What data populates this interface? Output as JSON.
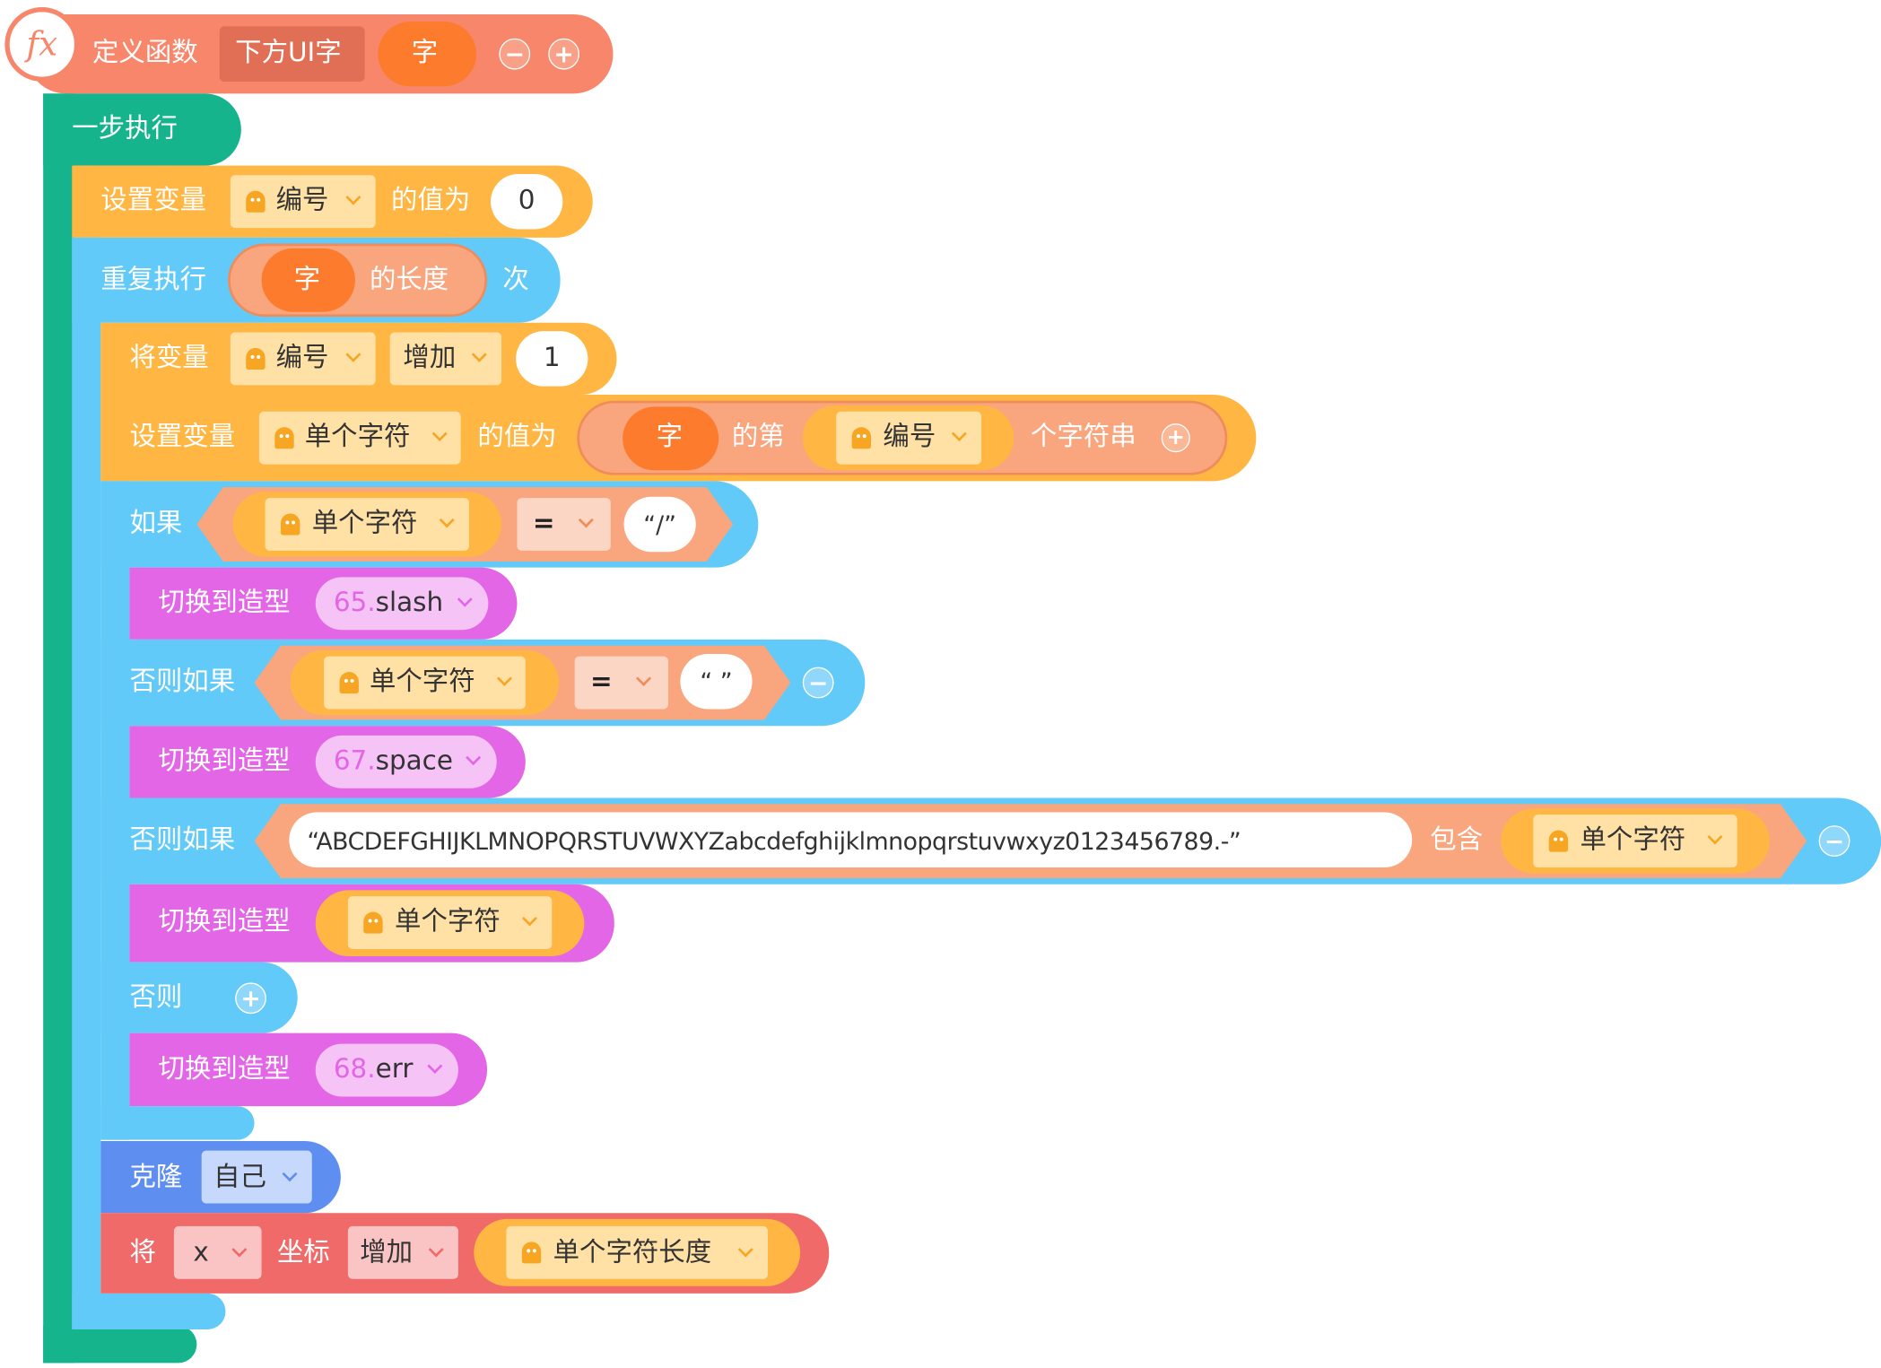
{
  "define": {
    "label": "定义函数",
    "name": "下方UI字",
    "param": "字",
    "icon": "fx"
  },
  "step": {
    "label": "一步执行"
  },
  "set1": {
    "label": "设置变量",
    "var": "编号",
    "mid": "的值为",
    "value": "0"
  },
  "repeat": {
    "label": "重复执行",
    "param": "字",
    "length_label": "的长度",
    "times": "次"
  },
  "inc": {
    "label": "将变量",
    "var": "编号",
    "op": "增加",
    "value": "1"
  },
  "set2": {
    "label": "设置变量",
    "var": "单个字符",
    "mid": "的值为",
    "param": "字",
    "nth": "的第",
    "index_var": "编号",
    "suffix": "个字符串"
  },
  "if1": {
    "label": "如果",
    "var": "单个字符",
    "op": "=",
    "value": "“/”"
  },
  "sw1": {
    "label": "切换到造型",
    "num": "65.",
    "name": "slash"
  },
  "elif1": {
    "label": "否则如果",
    "var": "单个字符",
    "op": "=",
    "value": "“ ”"
  },
  "sw2": {
    "label": "切换到造型",
    "num": "67.",
    "name": "space"
  },
  "elif2": {
    "label": "否则如果",
    "string": "“ABCDEFGHIJKLMNOPQRSTUVWXYZabcdefghijklmnopqrstuvwxyz0123456789.-”",
    "contains": "包含",
    "var": "单个字符"
  },
  "sw3": {
    "label": "切换到造型",
    "var": "单个字符"
  },
  "else": {
    "label": "否则"
  },
  "sw4": {
    "label": "切换到造型",
    "num": "68.",
    "name": "err"
  },
  "clone": {
    "label": "克隆",
    "target": "自己"
  },
  "move": {
    "label": "将",
    "axis": "x",
    "coord": "坐标",
    "op": "增加",
    "var": "单个字符长度"
  },
  "colors": {
    "define": "#f7866a",
    "step": "#15b48d",
    "variable": "#ffb642",
    "control": "#62caf8",
    "looks": "#e266e5",
    "clone": "#5e8ff0",
    "motion": "#f06a6a",
    "param": "#fd7b2d"
  }
}
